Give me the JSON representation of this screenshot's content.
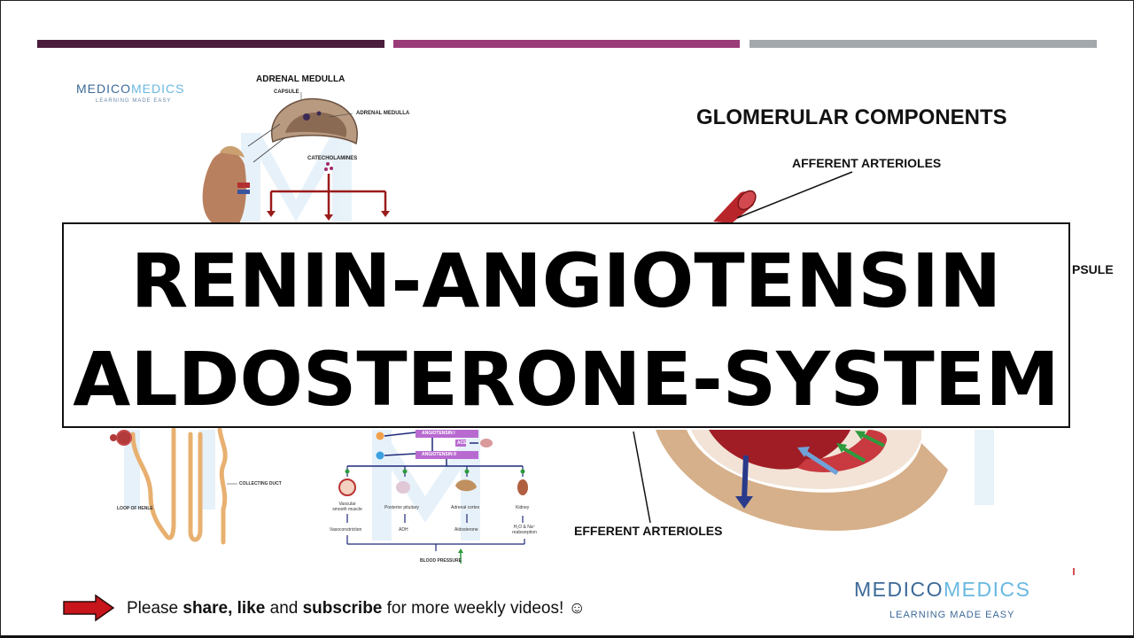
{
  "slide": {
    "title_line1": "RENIN-ANGIOTENSIN",
    "title_line2": "ALDOSTERONE-SYSTEM"
  },
  "logo_small": {
    "part1": "MEDICO",
    "part2": "MEDICS",
    "tagline": "LEARNING MADE EASY"
  },
  "logo_big": {
    "part1": "MEDICO",
    "part2": "MEDICS",
    "tagline": "LEARNING MADE EASY"
  },
  "adrenal": {
    "title": "ADRENAL MEDULLA",
    "capsule": "CAPSULE",
    "medulla": "ADRENAL MEDULLA",
    "catecholamines": "CATECHOLAMINES"
  },
  "glomerulus": {
    "title": "GLOMERULAR COMPONENTS",
    "afferent": "AFFERENT ARTERIOLES",
    "efferent": "EFFERENT ARTERIOLES",
    "capsule_partial": "PSULE"
  },
  "nephron": {
    "collecting_duct": "COLLECTING DUCT",
    "loop": "LOOP OF HENLE"
  },
  "raas": {
    "angiotensin1": "ANGIOTENSIN I",
    "ace": "ACE",
    "angiotensin2": "ANGIOTENSIN II",
    "targets": [
      "Vascular smooth muscle",
      "Posterior pituitary",
      "Adrenal cortex",
      "Kidney"
    ],
    "effects": [
      "Vasoconstriction",
      "ADH",
      "Aldosterone",
      "H₂O & Na⁺ reabsorption"
    ],
    "result": "BLOOD PRESSURE"
  },
  "footer": {
    "pre": "Please ",
    "share": "share",
    "comma": ", ",
    "like": "like",
    "and": " and ",
    "subscribe": "subscribe",
    "post": " for more weekly videos! ☺"
  },
  "colors": {
    "bar1": "#4b1d3c",
    "bar2": "#9a3c78",
    "bar3": "#a3a8ad",
    "arrow": "#c8141b"
  }
}
